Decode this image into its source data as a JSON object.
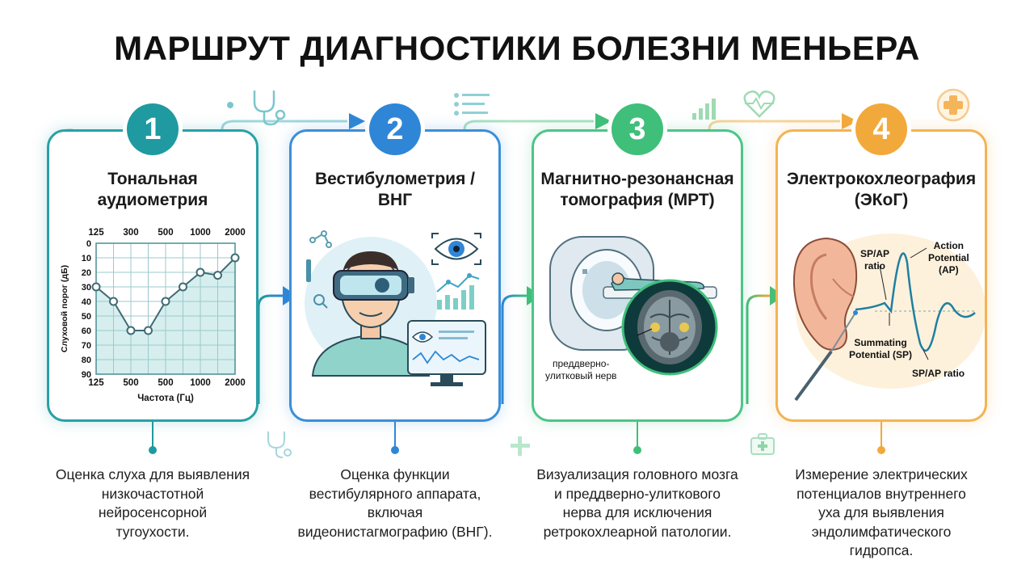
{
  "title": "МАРШРУТ ДИАГНОСТИКИ БОЛЕЗНИ МЕНЬЕРА",
  "colors": {
    "step1": "#1f9aa0",
    "step2": "#2f86d6",
    "step3": "#3fbf7a",
    "step4": "#f2a93b"
  },
  "steps": [
    {
      "number": "1",
      "title_lines": [
        "Тональная",
        "аудиометрия"
      ],
      "description": [
        "Оценка слуха для выявления",
        "низкочастотной",
        "нейросенсорной",
        "тугоухости."
      ],
      "audiogram": {
        "top_ticks": [
          "125",
          "300",
          "500",
          "1000",
          "2000"
        ],
        "bottom_ticks": [
          "125",
          "500",
          "500",
          "1000",
          "2000"
        ],
        "y_ticks": [
          "0",
          "10",
          "20",
          "30",
          "40",
          "50",
          "60",
          "70",
          "80",
          "90"
        ],
        "ylabel": "Слуховой порог (дБ)",
        "xlabel": "Частота (Гц)",
        "threshold_values": [
          30,
          40,
          60,
          60,
          40,
          30,
          20,
          22,
          10
        ]
      }
    },
    {
      "number": "2",
      "title_lines": [
        "Вестибулометрия /",
        "ВНГ"
      ],
      "description": [
        "Оценка функции",
        "вестибулярного аппарата,",
        "включая",
        "видеонистагмографию (ВНГ)."
      ]
    },
    {
      "number": "3",
      "title_lines": [
        "Магнитно-резонансная",
        "томография (МРТ)"
      ],
      "description": [
        "Визуализация головного мозга",
        "и преддверно-улиткового",
        "нерва для исключения",
        "ретрокохлеарной патологии."
      ],
      "nerve_label": [
        "преддверно-",
        "улитковый нерв"
      ]
    },
    {
      "number": "4",
      "title_lines": [
        "Электрокохлеография",
        "(ЭКоГ)"
      ],
      "description": [
        "Измерение электрических",
        "потенциалов внутреннего",
        "уха для выявления",
        "эндолимфатического",
        "гидропса."
      ],
      "ecog_labels": {
        "sp_ap_top": [
          "SP/AP",
          "ratio"
        ],
        "action_potential": [
          "Action",
          "Potential",
          "(AP)"
        ],
        "summating_potential": [
          "Summating",
          "Potential (SP)"
        ],
        "sp_ap_bottom": "SP/AP ratio"
      }
    }
  ],
  "icons": [
    "stethoscope-icon",
    "chart-icon",
    "bars-icon",
    "heart-icon",
    "plus-icon",
    "medkit-icon"
  ]
}
